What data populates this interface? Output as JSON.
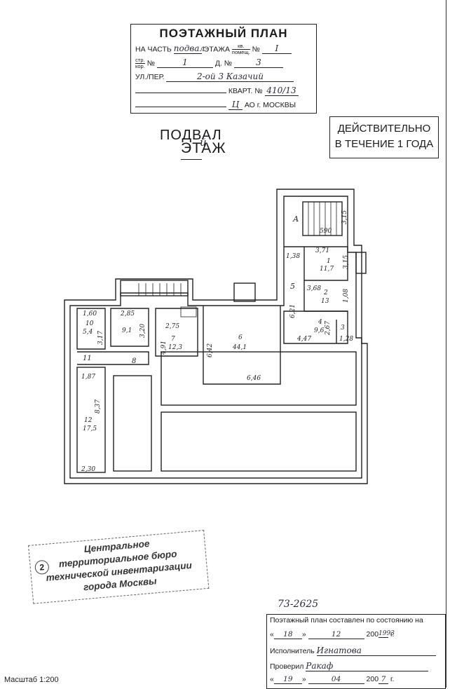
{
  "title_block": {
    "title": "ПОЭТАЖНЫЙ ПЛАН",
    "row1_prefix": "НА ЧАСТЬ",
    "row1_floor_value": "подвал",
    "row1_mid": "ЭТАЖА",
    "frac_top": "кв.",
    "frac_bottom": "помещ.",
    "row1_no": "№",
    "room_no_value": "I",
    "str_top": "стр.",
    "str_bottom": "кор.",
    "str_no": "№",
    "str_value": "1",
    "house_label": "Д. №",
    "house_value": "3",
    "street_label": "УЛ./ПЕР.",
    "street_value": "2-ой 3 Казачий",
    "block_label": "КВАРТ. №",
    "block_value": "410/13",
    "district_value": "Ц",
    "district_label": "АО г. МОСКВЫ"
  },
  "validity": {
    "line1": "ДЕЙСТВИТЕЛЬНО",
    "line2": "В ТЕЧЕНИЕ 1 ГОДА"
  },
  "floor": {
    "label": "ПОДВАЛ",
    "suffix_letter": "й",
    "word": "ЭТАЖ"
  },
  "plan_labels": {
    "room_a": "А",
    "d_315a": "3,15",
    "d_590": "590",
    "d_138": "1,38",
    "d_371": "3,71",
    "r1_no": "1",
    "r1_area": "11,7",
    "d_315b": "3,15",
    "r5": "5",
    "d_368": "3,68",
    "r2_no": "2",
    "r2_area": "13",
    "d_108": "1,08",
    "d_621": "6,21",
    "r4_no": "4",
    "r4_area": "9,6",
    "d_267": "2,67",
    "r3_no": "3",
    "d_128": "1,28",
    "d_447": "4,47",
    "r6_no": "6",
    "r6_area": "44,1",
    "d_642": "6,42",
    "d_646": "6,46",
    "d_275": "2,75",
    "r7_no": "7",
    "r7_area": "12,3",
    "d_491": "4,91",
    "d_285": "2,85",
    "r9_area": "9,1",
    "d_320": "3,20",
    "r8": "8",
    "d_160": "1,60",
    "r10_no": "10",
    "r10_area": "5,4",
    "d_317": "3,17",
    "r11": "11",
    "d_187": "1,87",
    "d_837": "8,37",
    "r12_no": "12",
    "r12_area": "17,5",
    "d_230": "2,30"
  },
  "stamp": {
    "line1": "Центральное",
    "line2": "территориальное бюро",
    "line3": "технической инвентаризации",
    "line4": "города Москвы",
    "circle": "2"
  },
  "code": "73-2625",
  "form": {
    "header": "Поэтажный план составлен по состоянию на",
    "day": "18",
    "month": "12",
    "year_prefix": "200",
    "year_handwritten": "1993",
    "year_suffix": "г.",
    "executor_label": "Исполнитель",
    "executor_value": "Игнатова",
    "checker_label": "Проверил",
    "checker_value": "Ракаф",
    "day2": "19",
    "month2": "04",
    "year2_prefix": "200",
    "year2_value": "7",
    "year2_suffix": "г."
  },
  "scale": "Масштаб 1:200"
}
